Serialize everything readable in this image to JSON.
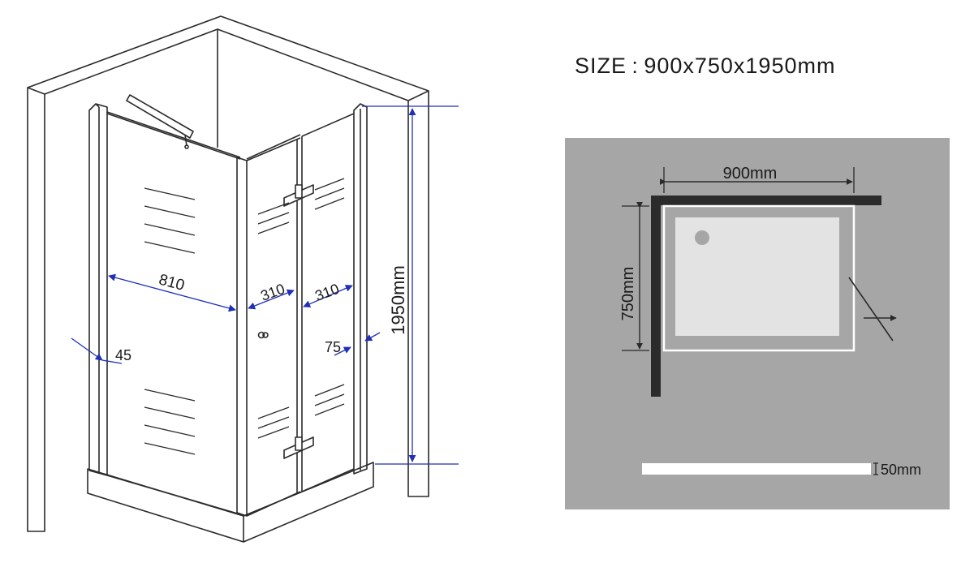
{
  "size_label": "SIZE : 900x750x1950mm",
  "enclosure": {
    "dim_width": "810",
    "dim_door_left": "310",
    "dim_door_right": "310",
    "dim_left_profile": "45",
    "dim_right_profile": "75",
    "dim_height": "1950mm"
  },
  "plan": {
    "dim_width": "900mm",
    "dim_depth": "750mm",
    "dim_tray_height": "50mm"
  },
  "colors": {
    "dimension_arrow": "#1f2fb8",
    "line": "#2a2a2a",
    "plan_background": "#a6a6a6",
    "plan_wall": "#2b2b2b",
    "tray_fill": "#e3e3e3"
  }
}
